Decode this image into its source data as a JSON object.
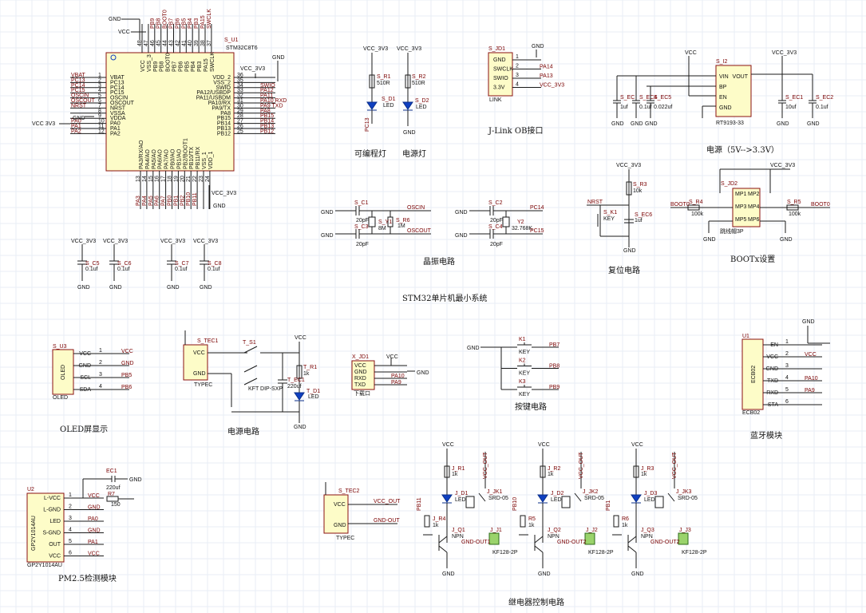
{
  "section_titles": {
    "programmable_led": "可编程灯",
    "power_led": "电源灯",
    "jlink": "J-Link OB接口",
    "power_supply": "电源（5V-->3.3V）",
    "crystal": "晶振电路",
    "reset": "复位电路",
    "boot": "BOOTx设置",
    "stm32_min": "STM32单片机最小系统",
    "oled": "OLED屏显示",
    "power_circuit": "电源电路",
    "keys": "按键电路",
    "bluetooth": "蓝牙模块",
    "pm25": "PM2.5检测模块",
    "relay": "继电器控制电路"
  },
  "mcu": {
    "ref": "S_U1",
    "part": "STM32C8T6",
    "left_pins": [
      "VBAT",
      "PC13",
      "PC14",
      "PC15",
      "OSCIN",
      "OSCOUT",
      "NRST",
      "VSSA",
      "VDDA",
      "PA0",
      "PA1",
      "PA2"
    ],
    "left_nums": [
      "1",
      "2",
      "3",
      "4",
      "5",
      "6",
      "7",
      "8",
      "9",
      "10",
      "11",
      "12"
    ],
    "left_nets": [
      "VBAT",
      "PC13",
      "PC14",
      "PC15",
      "OSCIN",
      "OSCOUT",
      "NRST",
      "",
      "",
      "PA0",
      "PA1",
      "PA2"
    ],
    "right_pins": [
      "VDD_2",
      "VSS_2",
      "SWIO",
      "PA12/USBDP",
      "PA11/USBDM",
      "PA10/RX",
      "PA9/TX",
      "PA8",
      "PB15",
      "PB14",
      "PB13",
      "PB12"
    ],
    "right_nums": [
      "36",
      "35",
      "34",
      "33",
      "32",
      "31",
      "30",
      "29",
      "28",
      "27",
      "26",
      "25"
    ],
    "right_nets": [
      "",
      "",
      "SWIO",
      "PA12",
      "PA11",
      "PA10 RXD",
      "PA9  TXD",
      "PA8",
      "PB15",
      "PB14",
      "PB13",
      "PB12"
    ],
    "top_pins": [
      "VCC",
      "VSS_3",
      "PB9",
      "PB8",
      "BOOT0",
      "PB7",
      "PB6",
      "PB5",
      "PB4",
      "PB3",
      "PA15",
      "SWCLK"
    ],
    "top_nums": [
      "48",
      "47",
      "46",
      "45",
      "44",
      "43",
      "42",
      "41",
      "40",
      "39",
      "38",
      "37"
    ],
    "top_nets": [
      "",
      "",
      "PB9",
      "PB8",
      "BOOT0",
      "PB7",
      "PB6",
      "PB5",
      "PB4",
      "PB3",
      "PA15",
      "SWCLK"
    ],
    "bottom_pins": [
      "PA3/RX/AO",
      "PA4/AO",
      "PA5/AO",
      "PA6/AO",
      "PA7/AO",
      "PB0/AO",
      "PB1/AO",
      "PB2/BOOT1",
      "PB10/TX",
      "PB11/RX",
      "VSS_1",
      "VDD_1"
    ],
    "bottom_nums": [
      "13",
      "14",
      "15",
      "16",
      "17",
      "18",
      "19",
      "20",
      "21",
      "22",
      "23",
      "24"
    ],
    "bottom_nets": [
      "PA3",
      "PA4",
      "PA5",
      "PA6",
      "PA7",
      "PB0",
      "PB1",
      "PB2",
      "PB10",
      "PB11",
      "",
      ""
    ]
  },
  "labels": {
    "gnd": "GND",
    "vcc": "VCC",
    "vcc3v3": "VCC_3V3",
    "vcc_3v3_text": "VCC 3V3"
  },
  "leds": {
    "d1_ref": "S_D1",
    "d1_type": "LED",
    "r1_ref": "S_R1",
    "r1_val": "510R",
    "d1_net": "PC13",
    "d2_ref": "S_D2",
    "d2_type": "LED",
    "r2_ref": "S_R2",
    "r2_val": "510R"
  },
  "jlink": {
    "ref": "S_JD1",
    "part": "LINK",
    "pins": [
      "GND",
      "SWCLK",
      "SWIO",
      "3.3V"
    ],
    "nums": [
      "1",
      "2",
      "3",
      "4"
    ],
    "nets": [
      "",
      "PA14",
      "PA13",
      "VCC_3V3"
    ]
  },
  "power": {
    "ref": "S_I2",
    "part": "RT9193-33",
    "pins_left": [
      "VIN",
      "BP",
      "EN",
      "GND"
    ],
    "pins_right": [
      "VOUT"
    ],
    "caps": [
      {
        "ref": "S_EC",
        "val": "1uf"
      },
      {
        "ref": "S_EC4",
        "val": "0.1uf"
      },
      {
        "ref": "S_EC5",
        "val": "0.022uf"
      },
      {
        "ref": "S_EC1",
        "val": "10uf"
      },
      {
        "ref": "S_EC2",
        "val": "0.1uf"
      }
    ]
  },
  "decoupling": [
    {
      "ref": "S_C5",
      "val": "0.1uf"
    },
    {
      "ref": "S_C6",
      "val": "0.1uf"
    },
    {
      "ref": "S_C7",
      "val": "0.1uf"
    },
    {
      "ref": "S_C8",
      "val": "0.1uf"
    }
  ],
  "crystal": {
    "c1": "S_C1",
    "c1_val": "20pF",
    "c3": "S_C3",
    "c3_val": "20pF",
    "y1": "S_Y1",
    "y1_val": "8M",
    "r6": "S_R6",
    "r6_val": "1M",
    "oscin": "OSCIN",
    "oscout": "OSCOUT",
    "c2": "S_C2",
    "c2_val": "20pF",
    "c4": "S_C4",
    "c4_val": "20pF",
    "y2": "Y2",
    "y2_val": "32.768K",
    "pc14": "PC14",
    "pc15": "PC15"
  },
  "reset": {
    "r3": "S_R3",
    "r3_val": "10k",
    "k1": "S_K1",
    "k1_type": "KEY",
    "ec6": "S_EC6",
    "ec6_val": "1uf",
    "nrst": "NRST"
  },
  "boot": {
    "ref": "S_JD2",
    "part": "跳线帽3P",
    "pins": [
      "MP1",
      "MP2",
      "MP3",
      "MP4",
      "MP5",
      "MP6"
    ],
    "r4": "S_R4",
    "r4_val": "100k",
    "r5": "S_R5",
    "r5_val": "100k",
    "boot0": "BOOT0",
    "boot0r": "BOOT0"
  },
  "oled": {
    "ref": "S_U3",
    "part": "OLED",
    "pins": [
      "VCC",
      "GND",
      "SCL",
      "SDA"
    ],
    "nets": [
      "VCC",
      "GND",
      "PB5",
      "PB6"
    ]
  },
  "power_circuit": {
    "typec_ref": "S_TEC1",
    "typec_part": "TYPEC",
    "switch_ref": "T_S1",
    "switch_part": "KFT DIP-SXP",
    "ec1": "T_EC1",
    "ec1_val": "220uf",
    "r1": "T_R1",
    "r1_val": "1k",
    "d1": "T_D1",
    "d1_type": "LED"
  },
  "uart": {
    "ref": "X_JD1",
    "part": "下载口",
    "pins": [
      "VCC",
      "GND",
      "RXD",
      "TXD"
    ],
    "nets": [
      "VCC",
      "GND",
      "PA10",
      "PA9"
    ]
  },
  "keys": [
    {
      "ref": "K1",
      "type": "KEY",
      "net": "PB7"
    },
    {
      "ref": "K2",
      "type": "KEY",
      "net": "PB8"
    },
    {
      "ref": "K3",
      "type": "KEY",
      "net": "PB9"
    }
  ],
  "bluetooth": {
    "ref": "U1",
    "part": "ECB02",
    "pins": [
      "EN",
      "VCC",
      "GND",
      "TXD",
      "RXD",
      "STA"
    ],
    "nums": [
      "1",
      "2",
      "3",
      "4",
      "5",
      "6"
    ],
    "nets": [
      "",
      "VCC",
      "",
      "PA10",
      "PA9",
      ""
    ]
  },
  "pm25": {
    "ref": "U2",
    "part": "GP2Y1014AU",
    "pins": [
      "L-VCC",
      "L-GND",
      "LED",
      "S-GND",
      "OUT",
      "VCC"
    ],
    "nums": [
      "1",
      "2",
      "3",
      "4",
      "5",
      "6"
    ],
    "ec": "EC1",
    "ec_val": "220uf",
    "r": "R7",
    "r_val": "150",
    "nets": [
      "VCC",
      "GND",
      "PA0",
      "GND",
      "PA1",
      "VCC"
    ]
  },
  "typec2": {
    "ref": "S_TEC2",
    "part": "TYPEC",
    "pins": [
      "VCC",
      "GND"
    ],
    "nets": [
      "VCC_OUT",
      "GND-OUT"
    ]
  },
  "relays": [
    {
      "r_top": "J_R1",
      "r_top_val": "1k",
      "d": "J_D1",
      "d_type": "LED",
      "r_base": "J_R4",
      "r_base_val": "1k",
      "q": "J_Q1",
      "q_type": "NPN",
      "jk": "J_JK1",
      "jk_type": "SRD-05",
      "j": "J_J1",
      "j_type": "KF128-2P",
      "net": "PB11",
      "out": "VCC_OUT",
      "gnd_out": "GND-OUT1"
    },
    {
      "r_top": "J_R2",
      "r_top_val": "1k",
      "d": "J_D2",
      "d_type": "LED",
      "r_base": "R5",
      "r_base_val": "1k",
      "q": "J_Q2",
      "q_type": "NPN",
      "jk": "J_JK2",
      "jk_type": "SRD-05",
      "j": "J_J2",
      "j_type": "KF128-2P",
      "net": "PB10",
      "out": "VCC_OUT",
      "gnd_out": "GND-OUT2"
    },
    {
      "r_top": "J_R3",
      "r_top_val": "1k",
      "d": "J_D3",
      "d_type": "LED",
      "r_base": "R6",
      "r_base_val": "1k",
      "q": "J_Q3",
      "q_type": "NPN",
      "jk": "J_JK3",
      "jk_type": "SRD-05",
      "j": "J_J3",
      "j_type": "KF128-2P",
      "net": "PB1",
      "out": "VCC_OUT",
      "gnd_out": "GND-OUT2"
    }
  ]
}
